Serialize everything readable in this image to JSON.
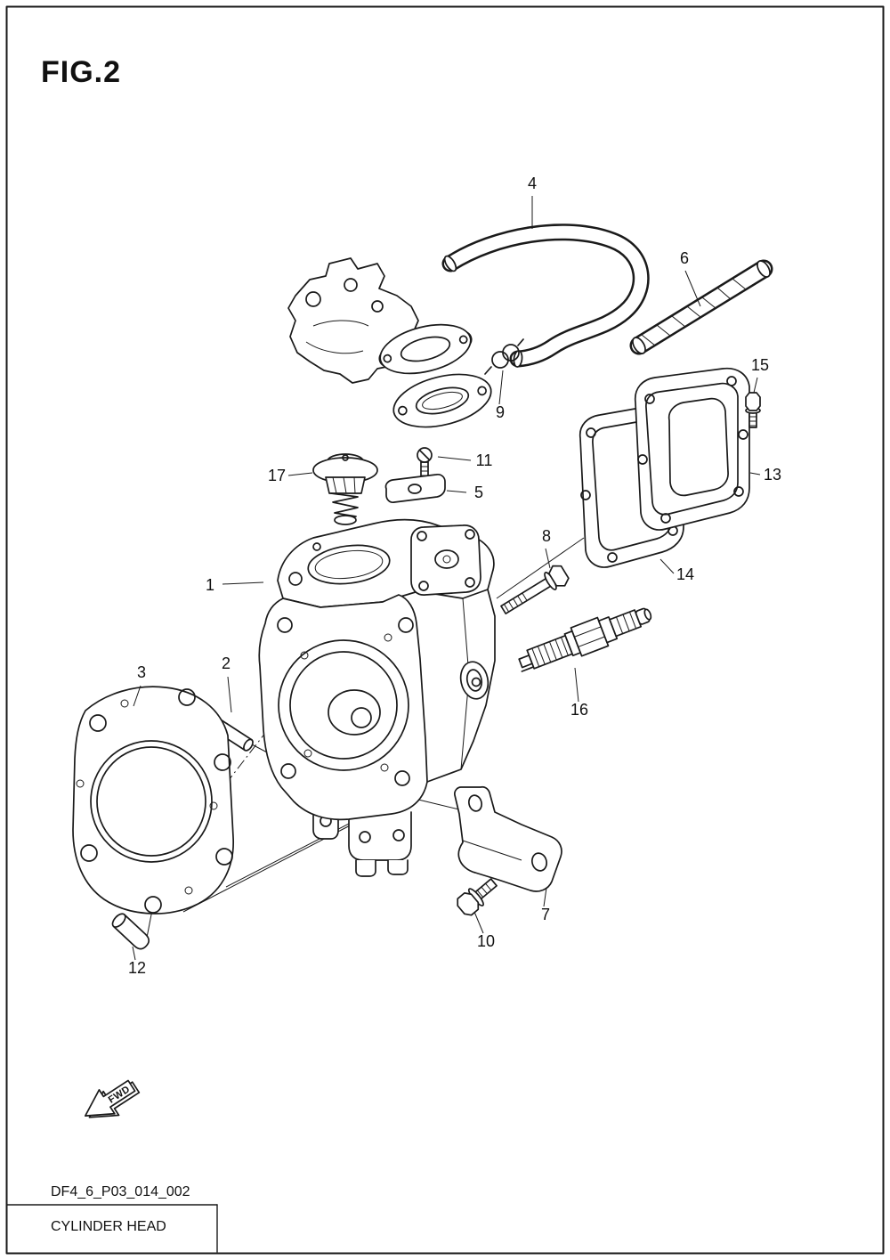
{
  "page": {
    "figure_label": "FIG.2",
    "doc_code": "DF4_6_P03_014_002",
    "doc_title": "CYLINDER HEAD",
    "fwd_label": "FWD"
  },
  "diagram": {
    "type": "exploded-parts-diagram",
    "line_color": "#1a1a1a",
    "background": "#ffffff",
    "callouts": [
      "1",
      "2",
      "3",
      "4",
      "5",
      "6",
      "7",
      "8",
      "9",
      "10",
      "11",
      "12",
      "13",
      "14",
      "15",
      "16",
      "17"
    ]
  }
}
